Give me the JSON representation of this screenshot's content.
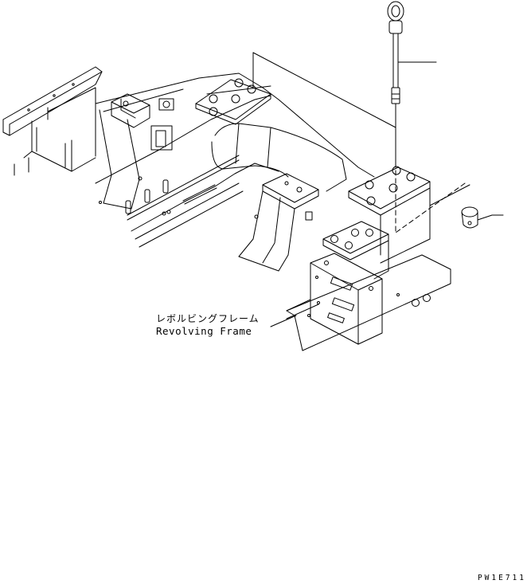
{
  "diagram": {
    "label_japanese": "レボルビングフレーム",
    "label_english": "Revolving Frame",
    "drawing_code": "PW1E711"
  }
}
